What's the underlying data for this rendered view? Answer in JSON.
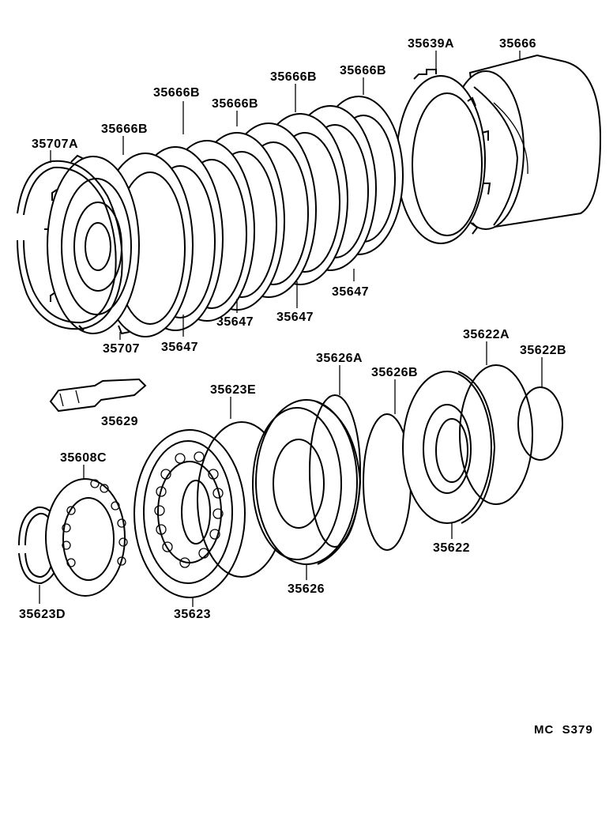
{
  "diagram": {
    "reference_code": "MC  S379",
    "labels": {
      "p35666": "35666",
      "p35639A": "35639A",
      "p35666B_1": "35666B",
      "p35666B_2": "35666B",
      "p35666B_3": "35666B",
      "p35666B_4": "35666B",
      "p35666B_5": "35666B",
      "p35707A": "35707A",
      "p35707": "35707",
      "p35647_1": "35647",
      "p35647_2": "35647",
      "p35647_3": "35647",
      "p35647_4": "35647",
      "p35629": "35629",
      "p35623E": "35623E",
      "p35626A": "35626A",
      "p35626B": "35626B",
      "p35622A": "35622A",
      "p35622B": "35622B",
      "p35608C": "35608C",
      "p35623D": "35623D",
      "p35623": "35623",
      "p35626": "35626",
      "p35622": "35622"
    }
  }
}
